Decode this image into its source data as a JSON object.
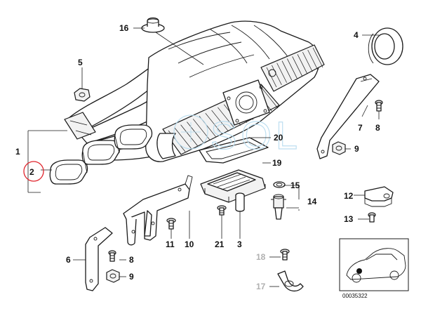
{
  "diagram": {
    "callouts": {
      "c1": "1",
      "c2": "2",
      "c3": "3",
      "c4": "4",
      "c5": "5",
      "c6": "6",
      "c7": "7",
      "c8a": "8",
      "c8b": "8",
      "c9a": "9",
      "c9b": "9",
      "c10": "10",
      "c11": "11",
      "c12": "12",
      "c13": "13",
      "c14": "14",
      "c15": "15",
      "c16": "16",
      "c17": "17",
      "c18": "18",
      "c19": "19",
      "c20": "20",
      "c21": "21"
    },
    "watermark": "SOL",
    "reference_number": "00035322",
    "colors": {
      "highlight_circle": "#e0242c",
      "watermark": "#b8dcef",
      "line": "#1a1a1a",
      "muted_label": "#b0b0b0"
    }
  }
}
